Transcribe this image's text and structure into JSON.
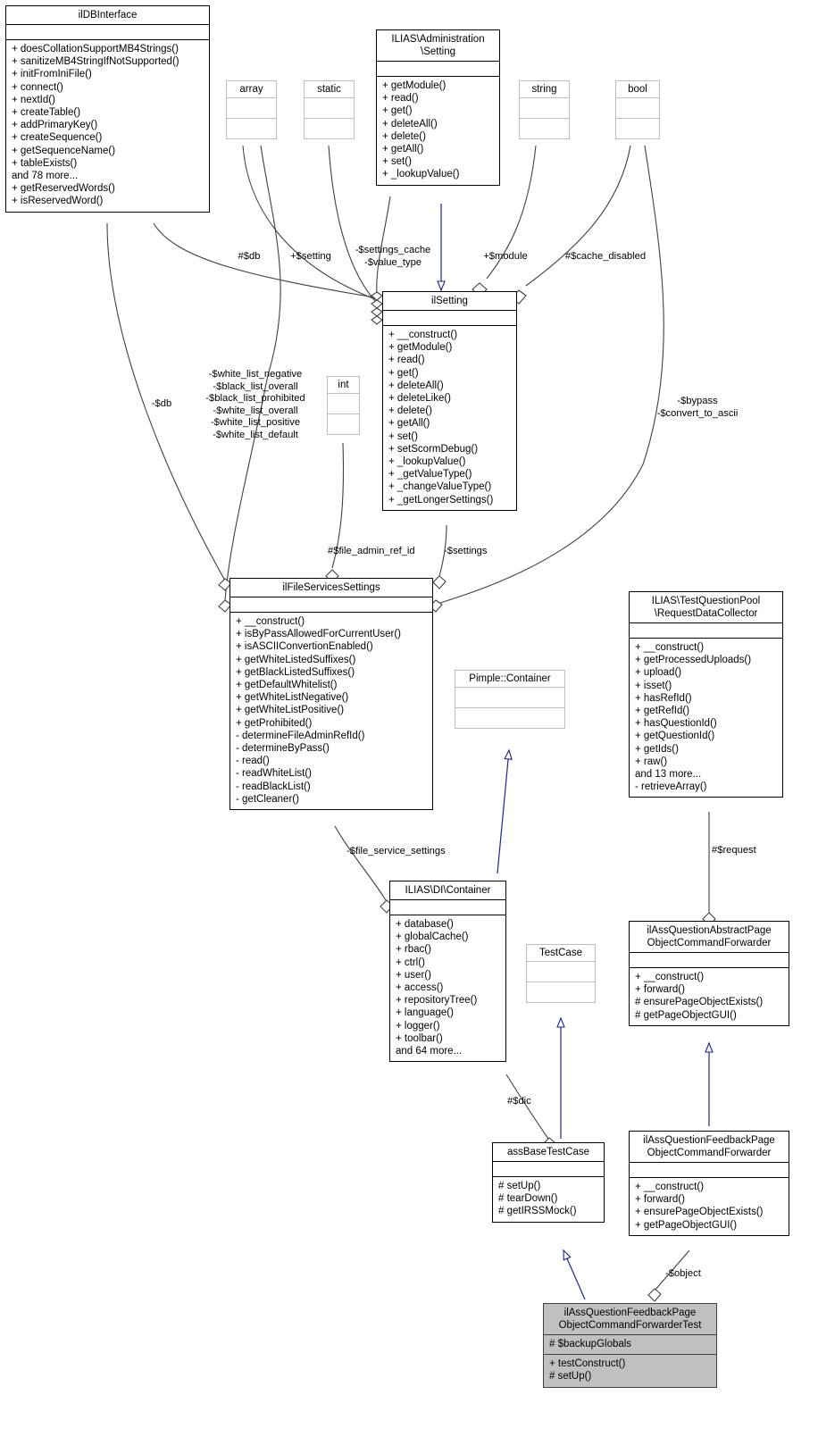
{
  "diagram": {
    "kind": "uml-collaboration-diagram",
    "colors": {
      "node_border": "#000000",
      "node_border_light": "#bfbfbf",
      "highlight_fill": "#c0c0c0",
      "inheritance_edge": "#22228f",
      "association_edge": "#404040",
      "background": "#ffffff"
    }
  },
  "nodes": {
    "ildbinterface": {
      "title": "ilDBInterface",
      "attributes": "",
      "operations": "+ doesCollationSupportMB4Strings()\n+ sanitizeMB4StringIfNotSupported()\n+ initFromIniFile()\n+ connect()\n+ nextId()\n+ createTable()\n+ addPrimaryKey()\n+ createSequence()\n+ getSequenceName()\n+ tableExists()\nand 78 more...\n+ getReservedWords()\n+ isReservedWord()"
    },
    "array": {
      "title": "array",
      "attributes": "",
      "operations": ""
    },
    "static": {
      "title": "static",
      "attributes": "",
      "operations": ""
    },
    "string": {
      "title": "string",
      "attributes": "",
      "operations": ""
    },
    "bool": {
      "title": "bool",
      "attributes": "",
      "operations": ""
    },
    "int": {
      "title": "int",
      "attributes": "",
      "operations": ""
    },
    "administration_setting": {
      "title": "ILIAS\\Administration\n\\Setting",
      "attributes": "",
      "operations": "+ getModule()\n+ read()\n+ get()\n+ deleteAll()\n+ delete()\n+ getAll()\n+ set()\n+ _lookupValue()"
    },
    "ilsetting": {
      "title": "ilSetting",
      "attributes": "",
      "operations": "+ __construct()\n+ getModule()\n+ read()\n+ get()\n+ deleteAll()\n+ deleteLike()\n+ delete()\n+ getAll()\n+ set()\n+ setScormDebug()\n+ _lookupValue()\n+ _getValueType()\n+ _changeValueType()\n+ _getLongerSettings()"
    },
    "ilfileservicessettings": {
      "title": "ilFileServicesSettings",
      "attributes": "",
      "operations": "+ __construct()\n+ isByPassAllowedForCurrentUser()\n+ isASCIIConvertionEnabled()\n+ getWhiteListedSuffixes()\n+ getBlackListedSuffixes()\n+ getDefaultWhitelist()\n+ getWhiteListNegative()\n+ getWhiteListPositive()\n+ getProhibited()\n- determineFileAdminRefId()\n- determineByPass()\n- read()\n- readWhiteList()\n- readBlackList()\n- getCleaner()"
    },
    "pimple_container": {
      "title": "Pimple::Container",
      "attributes": "",
      "operations": ""
    },
    "di_container": {
      "title": "ILIAS\\DI\\Container",
      "attributes": "",
      "operations": "+ database()\n+ globalCache()\n+ rbac()\n+ ctrl()\n+ user()\n+ access()\n+ repositoryTree()\n+ language()\n+ logger()\n+ toolbar()\nand 64 more..."
    },
    "testcase": {
      "title": "TestCase",
      "attributes": "",
      "operations": ""
    },
    "assbasetestcase": {
      "title": "assBaseTestCase",
      "attributes": "",
      "operations": "# setUp()\n# tearDown()\n# getIRSSMock()"
    },
    "requestdatacollector": {
      "title": "ILIAS\\TestQuestionPool\n\\RequestDataCollector",
      "attributes": "",
      "operations": "+ __construct()\n+ getProcessedUploads()\n+ upload()\n+ isset()\n+ hasRefId()\n+ getRefId()\n+ hasQuestionId()\n+ getQuestionId()\n+ getIds()\n+ raw()\nand 13 more...\n- retrieveArray()"
    },
    "abstractpageforwarder": {
      "title": "ilAssQuestionAbstractPage\nObjectCommandForwarder",
      "attributes": "",
      "operations": "+ __construct()\n+ forward()\n# ensurePageObjectExists()\n# getPageObjectGUI()"
    },
    "feedbackpageforwarder": {
      "title": "ilAssQuestionFeedbackPage\nObjectCommandForwarder",
      "attributes": "",
      "operations": "+ __construct()\n+ forward()\n+ ensurePageObjectExists()\n+ getPageObjectGUI()"
    },
    "feedbackpageforwardertest": {
      "title": "ilAssQuestionFeedbackPage\nObjectCommandForwarderTest",
      "attributes": "# $backupGlobals",
      "operations": "+ testConstruct()\n# setUp()"
    }
  },
  "edge_labels": {
    "db_hash": "#$db",
    "setting_plus": "+$setting",
    "settings_cache": "-$settings_cache\n-$value_type",
    "module_plus": "+$module",
    "cache_disabled": "#$cache_disabled",
    "db_private": "-$db",
    "white_black_lists": "-$white_list_negative\n-$black_list_overall\n-$black_list_prohibited\n-$white_list_overall\n-$white_list_positive\n-$white_list_default",
    "bypass_convert": "-$bypass\n-$convert_to_ascii",
    "file_admin_ref_id": "#$file_admin_ref_id",
    "settings": "-$settings",
    "file_service_settings": "-$file_service_settings",
    "dic": "#$dic",
    "request": "#$request",
    "object": "-$object"
  }
}
